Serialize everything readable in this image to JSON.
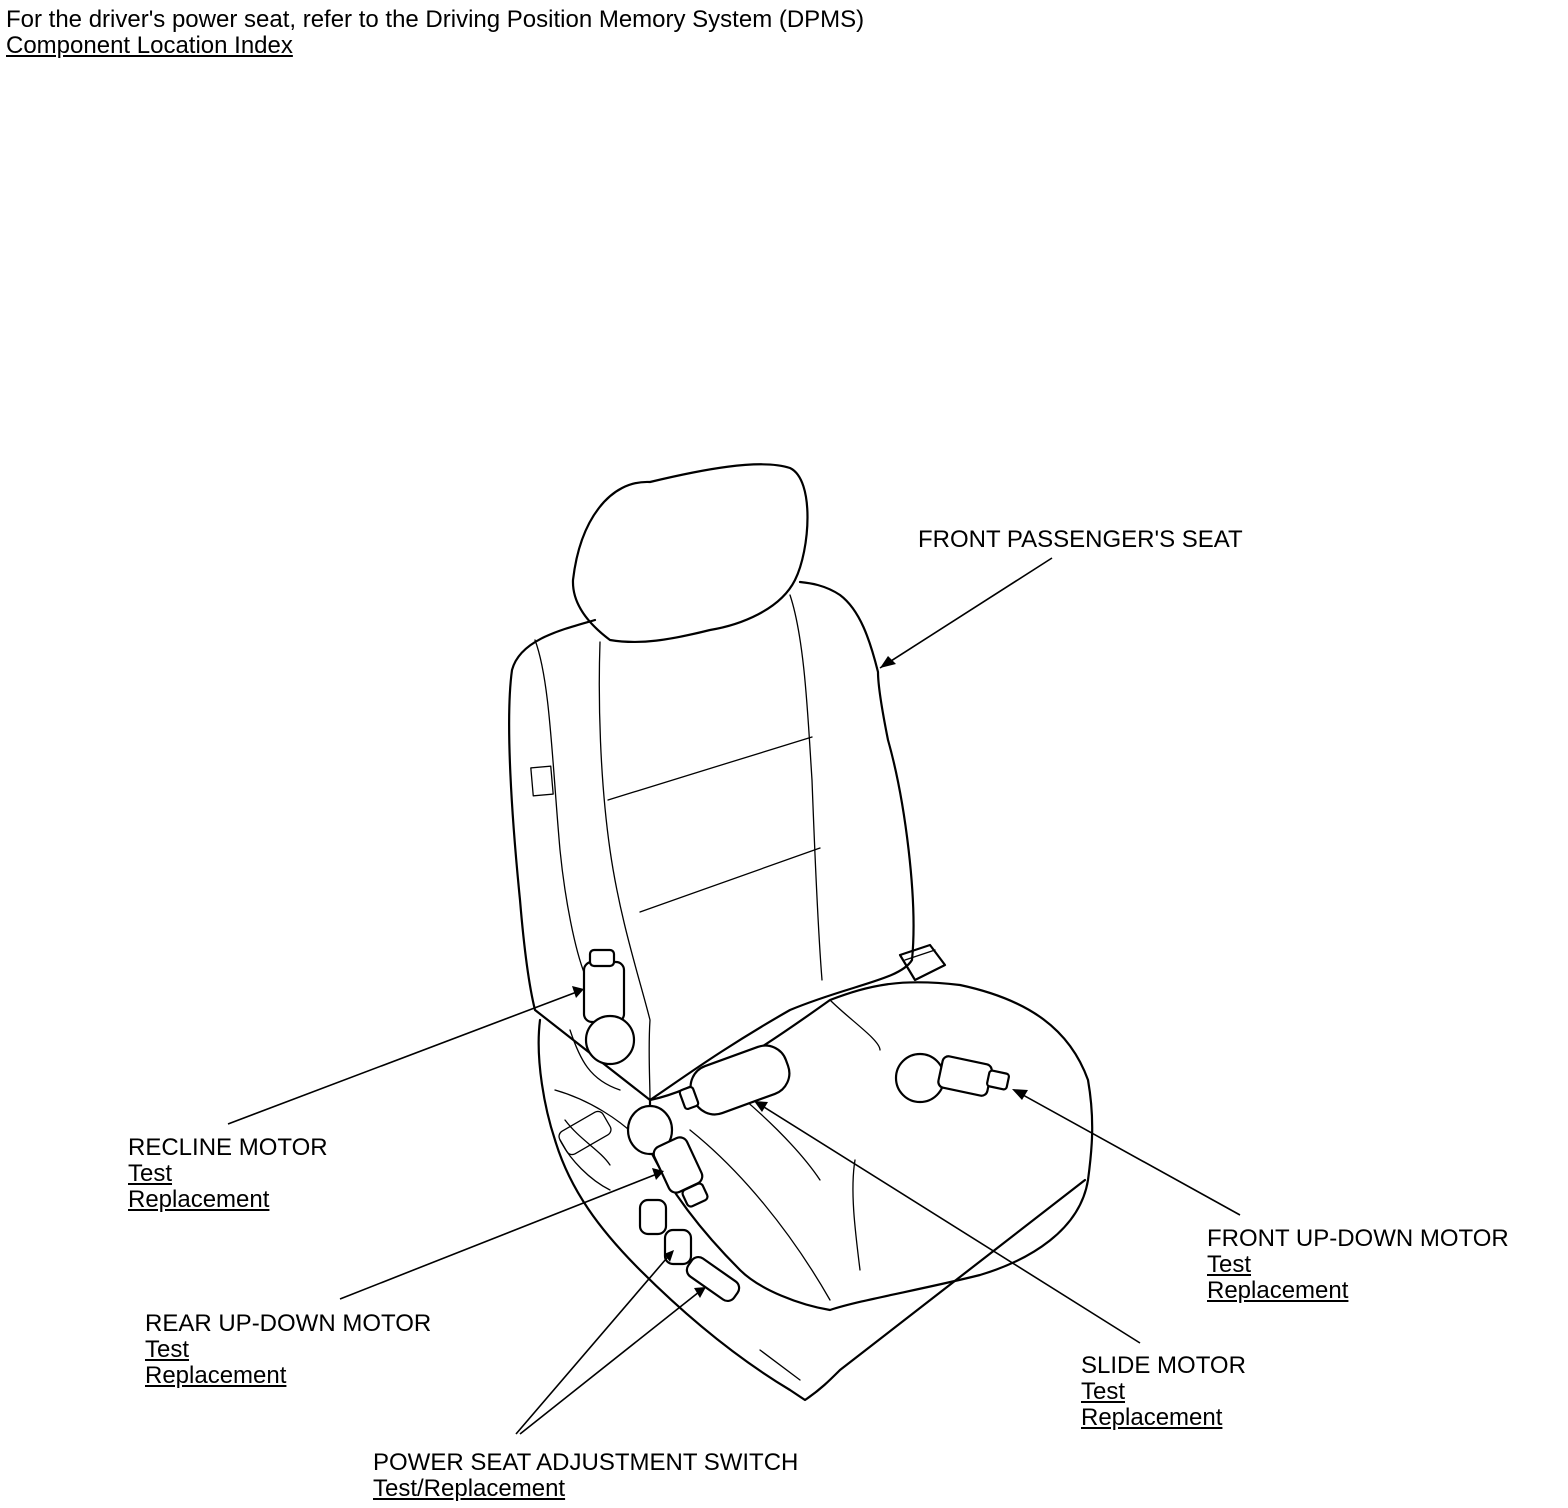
{
  "header": {
    "note": "For the driver's power seat, refer to the Driving Position Memory System (DPMS)",
    "link": "Component Location Index"
  },
  "callouts": {
    "seat": {
      "title": "FRONT PASSENGER'S SEAT"
    },
    "recline_motor": {
      "title": "RECLINE MOTOR",
      "links": [
        "Test",
        "Replacement"
      ]
    },
    "rear_up_down_motor": {
      "title": "REAR UP-DOWN MOTOR",
      "links": [
        "Test",
        "Replacement"
      ]
    },
    "power_seat_switch": {
      "title": "POWER SEAT ADJUSTMENT SWITCH",
      "links": [
        "Test/Replacement"
      ]
    },
    "slide_motor": {
      "title": "SLIDE MOTOR",
      "links": [
        "Test",
        "Replacement"
      ]
    },
    "front_up_down_motor": {
      "title": "FRONT UP-DOWN MOTOR",
      "links": [
        "Test",
        "Replacement"
      ]
    }
  },
  "colors": {
    "ink": "#000000",
    "background": "#ffffff"
  }
}
